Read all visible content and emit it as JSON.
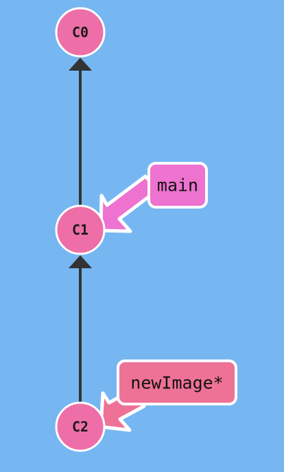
{
  "colors": {
    "background": "#76b7f2",
    "commit_fill": "#ee6fa7",
    "commit_stroke": "#ffffff",
    "edge": "#333333",
    "branch_main_fill": "#ee72cf",
    "branch_newimage_fill": "#ee7296",
    "label_stroke": "#ffffff"
  },
  "commits": [
    {
      "id": "c0",
      "label": "C0"
    },
    {
      "id": "c1",
      "label": "C1"
    },
    {
      "id": "c2",
      "label": "C2"
    }
  ],
  "edges": [
    {
      "from": "C1",
      "to": "C0"
    },
    {
      "from": "C2",
      "to": "C1"
    }
  ],
  "branches": [
    {
      "id": "main",
      "label": "main",
      "target": "C1"
    },
    {
      "id": "newimage",
      "label": "newImage*",
      "target": "C2",
      "current": true
    }
  ]
}
